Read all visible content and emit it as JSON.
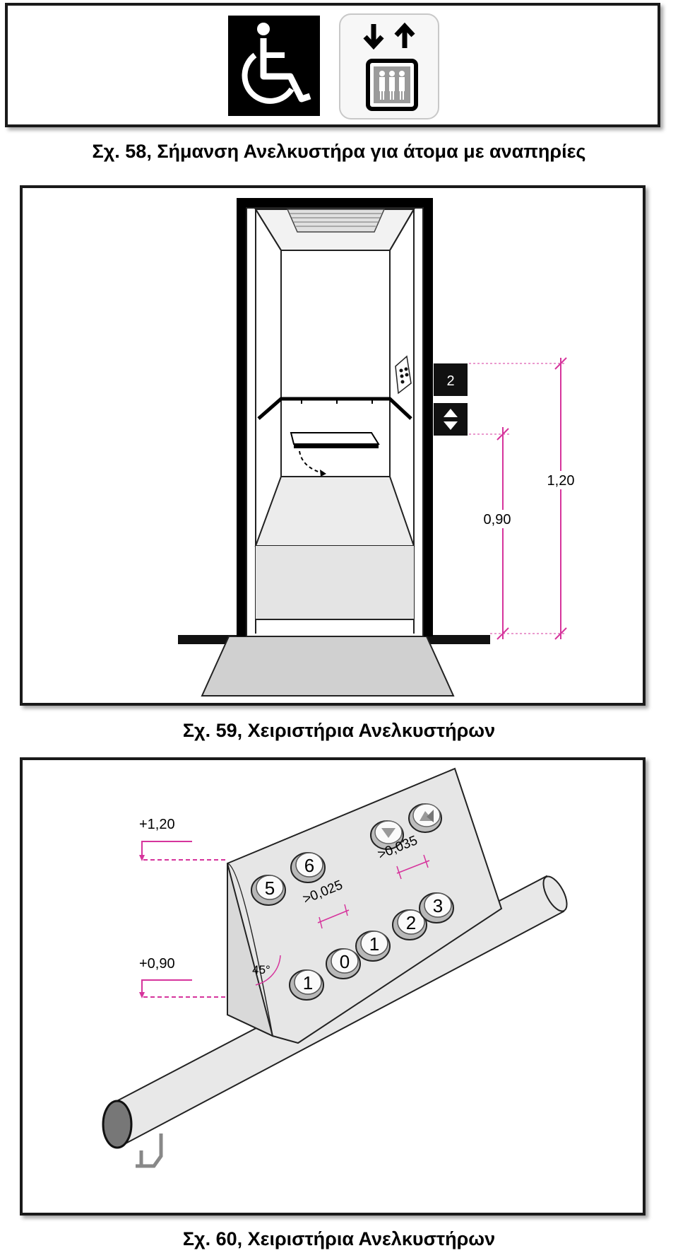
{
  "figures": [
    {
      "caption": "Σχ. 58, Σήμανση Ανελκυστήρα για άτομα με αναπηρίες",
      "icons": [
        "wheelchair-icon",
        "elevator-icon"
      ]
    },
    {
      "caption": "Σχ. 59, Χειριστήρια Ανελκυστήρων",
      "panel_floor_label": "2",
      "dim_lower": "0,90",
      "dim_upper": "1,20",
      "icons": [
        "up-down-arrows-icon",
        "braille-icon"
      ]
    },
    {
      "caption": "Σχ. 60, Χειριστήρια Ανελκυστήρων",
      "level_upper": "+1,20",
      "level_lower": "+0,90",
      "spacing_buttons": ">0,025",
      "spacing_right": ">0,035",
      "angle": "45°",
      "buttons_top": [
        "5",
        "6"
      ],
      "buttons_bottom": [
        "1",
        "0",
        "1",
        "2",
        "3"
      ],
      "icons": [
        "arrow-down-button-icon",
        "arrow-up-button-icon"
      ]
    }
  ],
  "colors": {
    "dimension": "#d6349c",
    "frame": "#1a1a1a",
    "panel": "#e6e6e6"
  }
}
